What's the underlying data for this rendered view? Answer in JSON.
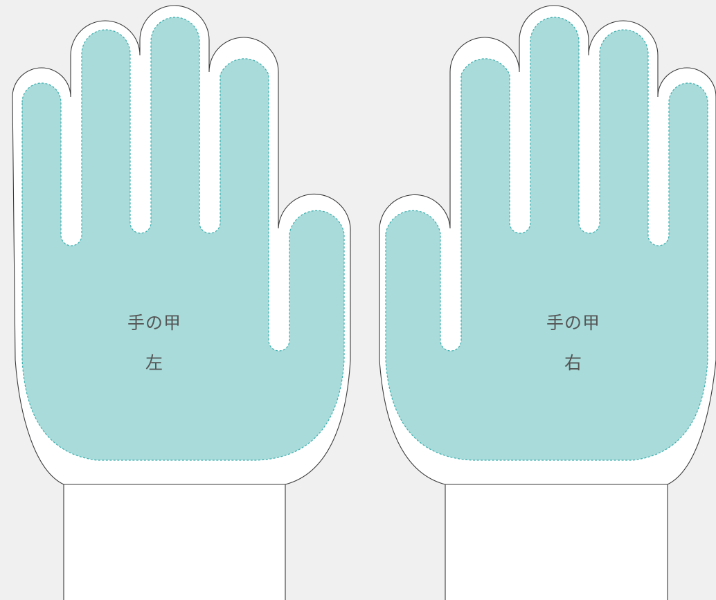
{
  "colors": {
    "background": "#eff0ef",
    "glove_fill": "#ffffff",
    "glove_outline": "#3a3a3a",
    "print_area_fill": "#a8dbda",
    "print_area_dash": "#3aaeae",
    "label_text": "#555555"
  },
  "gloves": [
    {
      "id": "left",
      "label_area": "手の甲",
      "label_side": "左"
    },
    {
      "id": "right",
      "label_area": "手の甲",
      "label_side": "右"
    }
  ]
}
